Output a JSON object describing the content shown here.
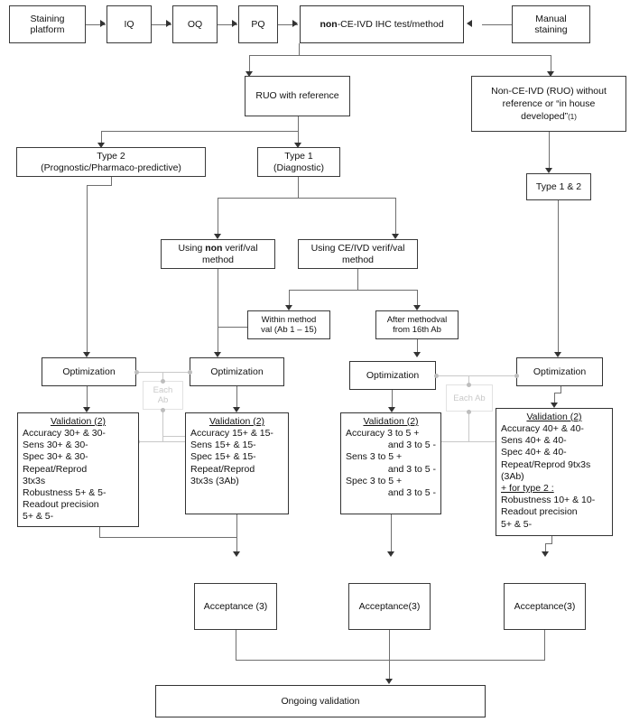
{
  "diagram": {
    "title": "IHC test/method validation flowchart",
    "colors": {
      "box_border": "#3a3a3a",
      "connector": "#6f6f6f",
      "ghost_connector": "#c8c8c8",
      "background": "#ffffff"
    }
  },
  "nodes": {
    "staining_platform": "Staining\nplatform",
    "iq": "IQ",
    "oq": "OQ",
    "pq": "PQ",
    "non_ce_ivd_test": "non-CE-IVD IHC test/method",
    "non_ce_ivd_test_bold": "non",
    "non_ce_ivd_test_rest": "-CE-IVD IHC test/method",
    "manual_staining": "Manual\nstaining",
    "ruo_with_reference": "RUO with reference",
    "non_ce_ivd_ruo": "Non-CE-IVD (RUO) without reference or “in house developed”",
    "non_ce_ivd_ruo_l1": "Non-CE-IVD (RUO) without",
    "non_ce_ivd_ruo_l2": "reference or “in house",
    "non_ce_ivd_ruo_l3": "developed”",
    "non_ce_ivd_ruo_note": "(1)",
    "type2_l1": "Type 2",
    "type2_l2": "(Prognostic/Pharmaco-predictive)",
    "type1_l1": "Type 1",
    "type1_l2": "(Diagnostic)",
    "type1and2": "Type 1 & 2",
    "using_non_l1_a": "Using ",
    "using_non_l1_b": "non",
    "using_non_l1_c": " verif/val",
    "using_non_l2": "method",
    "using_ce_l1": "Using CE/IVD verif/val",
    "using_ce_l2": "method",
    "within_method_l1": "Within method",
    "within_method_l2": "val (Ab 1 – 15)",
    "after_methodval_l1": "After methodval",
    "after_methodval_l2": "from 16th Ab",
    "optimization": "Optimization",
    "each_ab_two_line_l1": "Each",
    "each_ab_two_line_l2": "Ab",
    "each_ab_one_line": "Each Ab",
    "acceptance_spaced": "Acceptance (3)",
    "acceptance_tight": "Acceptance(3)",
    "ongoing_validation": "Ongoing validation"
  },
  "validation_boxes": [
    {
      "id": "validation-type2",
      "title": "Validation (2)",
      "lines": [
        {
          "text": "Accuracy 30+ & 30-",
          "indent": false,
          "underline": false
        },
        {
          "text": "Sens 30+ & 30-",
          "indent": false,
          "underline": false
        },
        {
          "text": "Spec 30+ & 30-",
          "indent": false,
          "underline": false
        },
        {
          "text": "Repeat/Reprod",
          "indent": false,
          "underline": false
        },
        {
          "text": "3tx3s",
          "indent": false,
          "underline": false
        },
        {
          "text": "Robustness 5+ & 5-",
          "indent": false,
          "underline": false
        },
        {
          "text": "Readout precision",
          "indent": false,
          "underline": false
        },
        {
          "text": "5+ & 5-",
          "indent": false,
          "underline": false
        }
      ]
    },
    {
      "id": "validation-type1-non",
      "title": "Validation (2)",
      "lines": [
        {
          "text": "Accuracy 15+ & 15-",
          "indent": false,
          "underline": false
        },
        {
          "text": "Sens 15+ & 15-",
          "indent": false,
          "underline": false
        },
        {
          "text": "Spec 15+ & 15-",
          "indent": false,
          "underline": false
        },
        {
          "text": "Repeat/Reprod",
          "indent": false,
          "underline": false
        },
        {
          "text": "3tx3s (3Ab)",
          "indent": false,
          "underline": false
        }
      ]
    },
    {
      "id": "validation-ce-ivd",
      "title": "Validation (2)",
      "lines": [
        {
          "text": "Accuracy 3 to 5 +",
          "indent": false,
          "underline": false
        },
        {
          "text": "and 3 to 5 -",
          "indent": true,
          "underline": false
        },
        {
          "text": "Sens 3 to 5 +",
          "indent": false,
          "underline": false
        },
        {
          "text": "and 3 to 5 -",
          "indent": true,
          "underline": false
        },
        {
          "text": "Spec 3 to 5 +",
          "indent": false,
          "underline": false
        },
        {
          "text": "and 3 to 5 -",
          "indent": true,
          "underline": false
        }
      ]
    },
    {
      "id": "validation-type1and2",
      "title": "Validation (2)",
      "lines": [
        {
          "text": "Accuracy 40+ & 40-",
          "indent": false,
          "underline": false
        },
        {
          "text": "Sens 40+ & 40-",
          "indent": false,
          "underline": false
        },
        {
          "text": "Spec 40+ & 40-",
          "indent": false,
          "underline": false
        },
        {
          "text": "Repeat/Reprod 9tx3s",
          "indent": false,
          "underline": false
        },
        {
          "text": "(3Ab)",
          "indent": false,
          "underline": false
        },
        {
          "text": "+ for type 2 :",
          "indent": false,
          "underline": true
        },
        {
          "text": "Robustness 10+ & 10-",
          "indent": false,
          "underline": false
        },
        {
          "text": "Readout precision",
          "indent": false,
          "underline": false
        },
        {
          "text": "5+ & 5-",
          "indent": false,
          "underline": false
        }
      ]
    }
  ]
}
